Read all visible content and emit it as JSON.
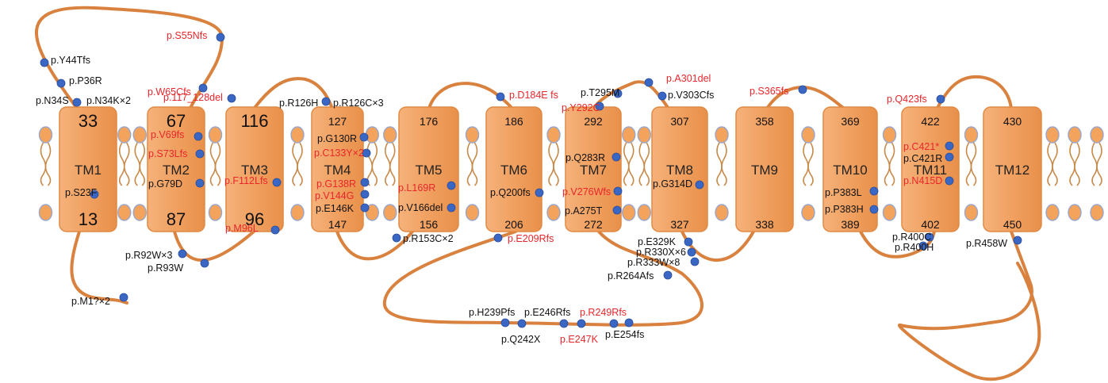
{
  "colors": {
    "helix_fill": "#f0a060",
    "loop": "#d9823f",
    "site_dot": "#3a66c4",
    "mutation_red": "#e8262b",
    "mutation_black": "#111111"
  },
  "helices": [
    {
      "label": "TM1",
      "top_residue": "33",
      "bottom_residue": "13"
    },
    {
      "label": "TM2",
      "top_residue": "67",
      "bottom_residue": "87"
    },
    {
      "label": "TM3",
      "top_residue": "116",
      "bottom_residue": "96"
    },
    {
      "label": "TM4",
      "top_residue": "127",
      "bottom_residue": "147"
    },
    {
      "label": "TM5",
      "top_residue": "176",
      "bottom_residue": "156"
    },
    {
      "label": "TM6",
      "top_residue": "186",
      "bottom_residue": "206"
    },
    {
      "label": "TM7",
      "top_residue": "292",
      "bottom_residue": "272"
    },
    {
      "label": "TM8",
      "top_residue": "307",
      "bottom_residue": "327"
    },
    {
      "label": "TM9",
      "top_residue": "358",
      "bottom_residue": "338"
    },
    {
      "label": "TM10",
      "top_residue": "369",
      "bottom_residue": "389"
    },
    {
      "label": "TM11",
      "top_residue": "422",
      "bottom_residue": "402"
    },
    {
      "label": "TM12",
      "top_residue": "430",
      "bottom_residue": "450"
    }
  ],
  "mutations": [
    {
      "text": "p.S55Nfs",
      "color": "red"
    },
    {
      "text": "p.Y44Tfs",
      "color": "black"
    },
    {
      "text": "p.P36R",
      "color": "black"
    },
    {
      "text": "p.N34S",
      "color": "black"
    },
    {
      "text": "p.N34K×2",
      "color": "black"
    },
    {
      "text": "p.S23F",
      "color": "black"
    },
    {
      "text": "p.M1?×2",
      "color": "black"
    },
    {
      "text": "p.W65Cfs",
      "color": "red"
    },
    {
      "text": "p.117_128del",
      "color": "red"
    },
    {
      "text": "p.V69fs",
      "color": "red"
    },
    {
      "text": "p.S73Lfs",
      "color": "red"
    },
    {
      "text": "p.G79D",
      "color": "black"
    },
    {
      "text": "p.F112Lfs",
      "color": "red"
    },
    {
      "text": "p.M96L",
      "color": "red"
    },
    {
      "text": "p.R92W×3",
      "color": "black"
    },
    {
      "text": "p.R93W",
      "color": "black"
    },
    {
      "text": "p.R126H",
      "color": "black"
    },
    {
      "text": "p.R126C×3",
      "color": "black"
    },
    {
      "text": "p.G130R",
      "color": "black"
    },
    {
      "text": "p.C133Y×2",
      "color": "red"
    },
    {
      "text": "p.G138R",
      "color": "red"
    },
    {
      "text": "p.V144G",
      "color": "red"
    },
    {
      "text": "p.E146K",
      "color": "black"
    },
    {
      "text": "p.L169R",
      "color": "red"
    },
    {
      "text": "p.V166del",
      "color": "black"
    },
    {
      "text": "p.R153C×2",
      "color": "black"
    },
    {
      "text": "p.D184E fs",
      "color": "red"
    },
    {
      "text": "p.Q200fs",
      "color": "black"
    },
    {
      "text": "p.E209Rfs",
      "color": "red"
    },
    {
      "text": "p.H239Pfs",
      "color": "black"
    },
    {
      "text": "p.Q242X",
      "color": "black"
    },
    {
      "text": "p.E246Rfs",
      "color": "black"
    },
    {
      "text": "p.E247K",
      "color": "red"
    },
    {
      "text": "p.R249Rfs",
      "color": "red"
    },
    {
      "text": "p.E254fs",
      "color": "black"
    },
    {
      "text": "p.R264Afs",
      "color": "black"
    },
    {
      "text": "p.T295M",
      "color": "black"
    },
    {
      "text": "p.Y292C",
      "color": "red"
    },
    {
      "text": "p.A301del",
      "color": "red"
    },
    {
      "text": "p.V303Cfs",
      "color": "black"
    },
    {
      "text": "p.Q283R",
      "color": "black"
    },
    {
      "text": "p.V276Wfs",
      "color": "red"
    },
    {
      "text": "p.A275T",
      "color": "black"
    },
    {
      "text": "p.G314D",
      "color": "black"
    },
    {
      "text": "p.E329K",
      "color": "black"
    },
    {
      "text": "p.R330X×6",
      "color": "black"
    },
    {
      "text": "p.R333W×8",
      "color": "black"
    },
    {
      "text": "p.S365fs",
      "color": "red"
    },
    {
      "text": "p.P383L",
      "color": "black"
    },
    {
      "text": "p.P383H",
      "color": "black"
    },
    {
      "text": "p.Q423fs",
      "color": "red"
    },
    {
      "text": "p.C421*",
      "color": "red"
    },
    {
      "text": "p.C421R",
      "color": "black"
    },
    {
      "text": "p.N415D",
      "color": "red"
    },
    {
      "text": "p.R400C",
      "color": "black"
    },
    {
      "text": "p.R400H",
      "color": "black"
    },
    {
      "text": "p.R458W",
      "color": "black"
    }
  ]
}
